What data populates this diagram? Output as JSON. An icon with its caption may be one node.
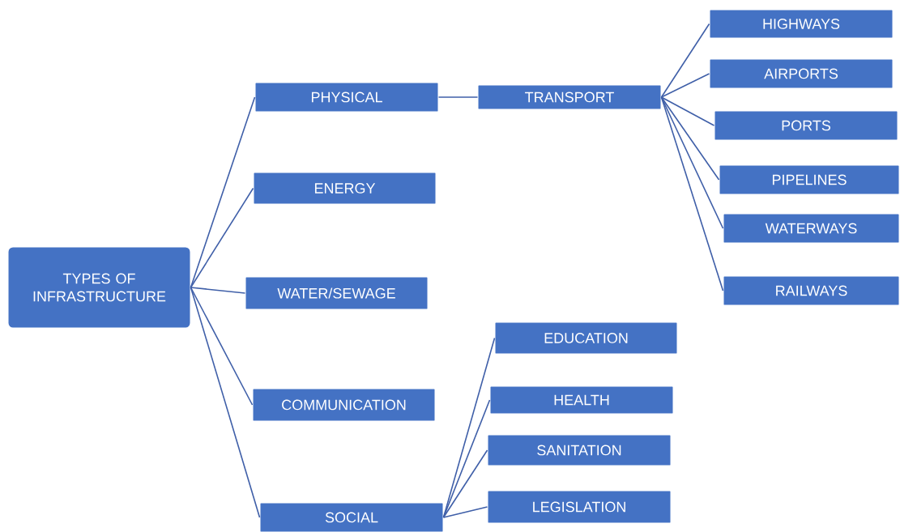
{
  "diagram": {
    "nodes": [
      {
        "text": [
          "TYPES OF INFRASTRUCTURE"
        ]
      },
      {
        "text": [
          "PHYSICAL"
        ]
      },
      {
        "text": [
          "ENERGY"
        ]
      },
      {
        "text": [
          "WATER/SEWAGE"
        ]
      },
      {
        "text": [
          "COMMUNICATION"
        ]
      },
      {
        "text": [
          "SOCIAL"
        ]
      },
      {
        "text": [
          "TRANSPORT"
        ]
      },
      {
        "text": [
          "HIGHWAYS"
        ]
      },
      {
        "text": [
          "AIRPORTS"
        ]
      },
      {
        "text": [
          "PORTS"
        ]
      },
      {
        "text": [
          "PIPELINES"
        ]
      },
      {
        "text": [
          "WATERWAYS"
        ]
      },
      {
        "text": [
          "RAILWAYS"
        ]
      },
      {
        "text": [
          "EDUCATION"
        ]
      },
      {
        "text": [
          "HEALTH"
        ]
      },
      {
        "text": [
          "SANITATION"
        ]
      },
      {
        "text": [
          "LEGISLATION"
        ]
      }
    ],
    "edges": [
      {
        "from": 0,
        "to": 1,
        "arrow": "none"
      },
      {
        "from": 0,
        "to": 2,
        "arrow": "none"
      },
      {
        "from": 0,
        "to": 3,
        "arrow": "none"
      },
      {
        "from": 0,
        "to": 4,
        "arrow": "none"
      },
      {
        "from": 0,
        "to": 5,
        "arrow": "none"
      },
      {
        "from": 1,
        "to": 6,
        "arrow": "none"
      },
      {
        "from": 6,
        "to": 7,
        "arrow": "none"
      },
      {
        "from": 6,
        "to": 8,
        "arrow": "none"
      },
      {
        "from": 6,
        "to": 9,
        "arrow": "none"
      },
      {
        "from": 6,
        "to": 10,
        "arrow": "none"
      },
      {
        "from": 6,
        "to": 11,
        "arrow": "none"
      },
      {
        "from": 6,
        "to": 12,
        "arrow": "none"
      },
      {
        "from": 5,
        "to": 13,
        "arrow": "none"
      },
      {
        "from": 5,
        "to": 14,
        "arrow": "none"
      },
      {
        "from": 5,
        "to": 15,
        "arrow": "none"
      },
      {
        "from": 5,
        "to": 16,
        "arrow": "none"
      }
    ]
  }
}
